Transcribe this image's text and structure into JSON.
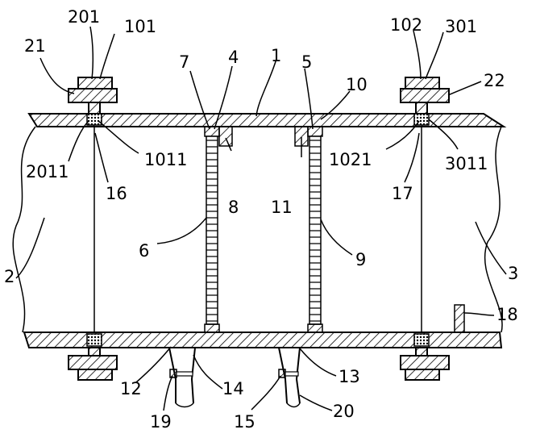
{
  "labels": {
    "l201": "201",
    "l101": "101",
    "l21": "21",
    "l1": "1",
    "l7": "7",
    "l4": "4",
    "l5": "5",
    "l10": "10",
    "l102": "102",
    "l301": "301",
    "l22": "22",
    "l2011": "2011",
    "l1011": "1011",
    "l16": "16",
    "l8": "8",
    "l11": "11",
    "l1021": "1021",
    "l17": "17",
    "l3011": "3011",
    "l2": "2",
    "l6": "6",
    "l9": "9",
    "l3": "3",
    "l18": "18",
    "l12": "12",
    "l14": "14",
    "l13": "13",
    "l19": "19",
    "l15": "15",
    "l20": "20"
  },
  "colors": {
    "stroke": "#000000",
    "background": "#ffffff"
  }
}
